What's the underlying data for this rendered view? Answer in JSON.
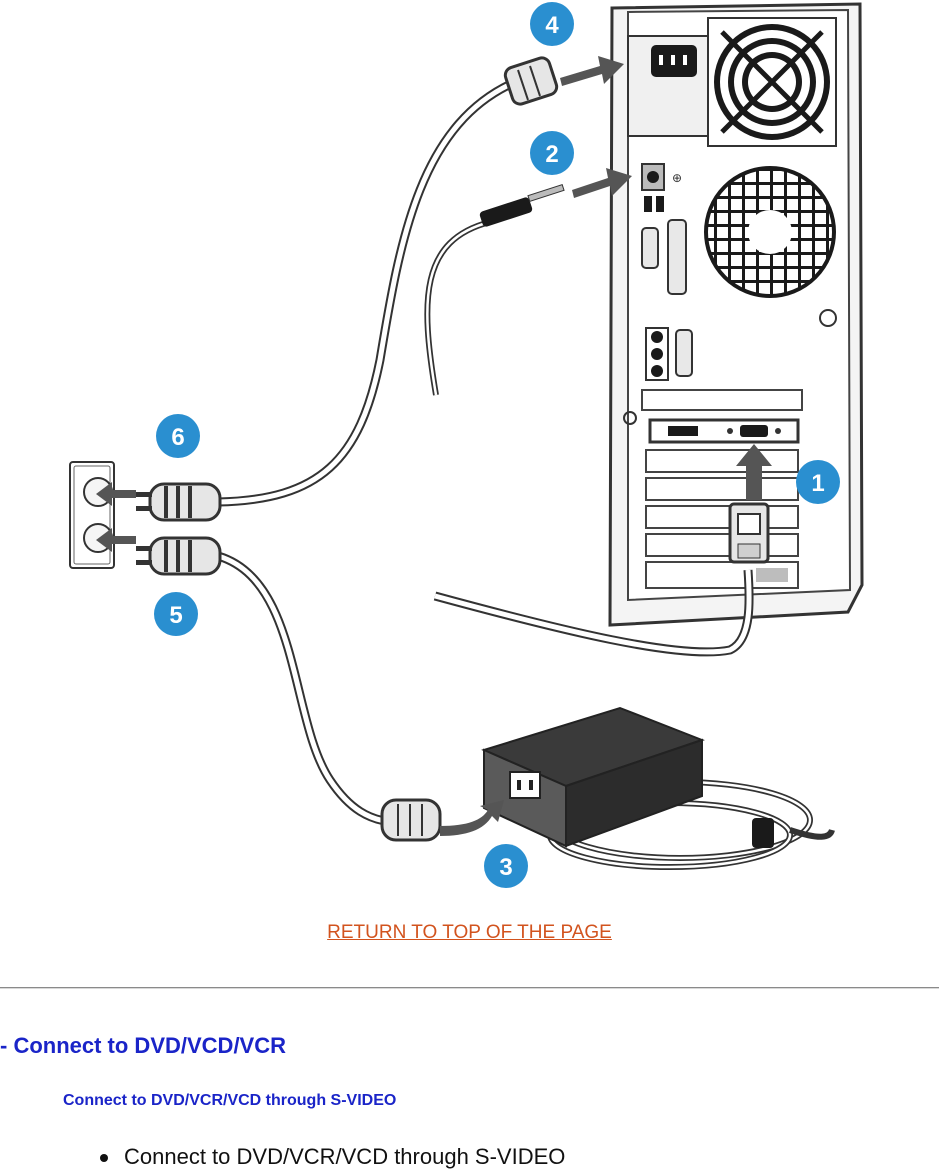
{
  "steps": {
    "one": "1",
    "two": "2",
    "three": "3",
    "four": "4",
    "five": "5",
    "six": "6"
  },
  "return_link": "RETURN TO TOP OF THE PAGE",
  "section": {
    "title": "- Connect to DVD/VCD/VCR",
    "subtitle": "Connect to DVD/VCR/VCD through S-VIDEO",
    "bullets": [
      "Connect to DVD/VCR/VCD through S-VIDEO"
    ]
  },
  "colors": {
    "badge": "#2a8fd0",
    "link": "#d2531e",
    "heading": "#1a24c8"
  }
}
